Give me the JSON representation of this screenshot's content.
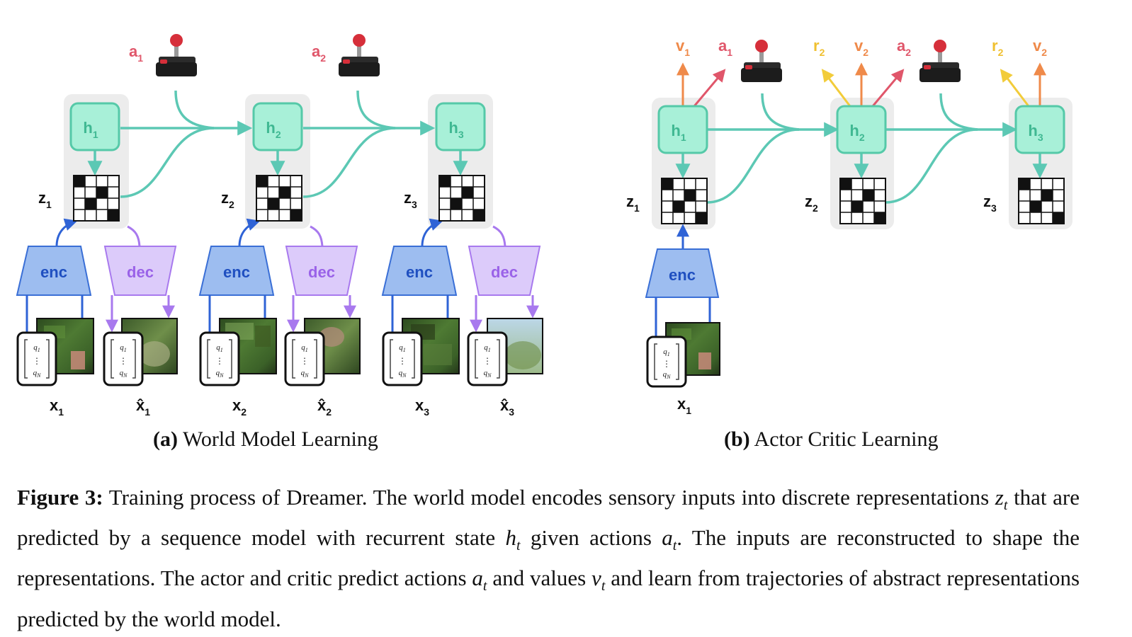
{
  "panel_a": {
    "caption_letter": "(a)",
    "caption_text": "World Model Learning",
    "steps": [
      {
        "h": "h",
        "h_sub": "1",
        "z": "z",
        "z_sub": "1",
        "x": "x",
        "x_sub": "1",
        "xhat": "x̂",
        "xhat_sub": "1",
        "a": "a",
        "a_sub": "1"
      },
      {
        "h": "h",
        "h_sub": "2",
        "z": "z",
        "z_sub": "2",
        "x": "x",
        "x_sub": "2",
        "xhat": "x̂",
        "xhat_sub": "2",
        "a": "a",
        "a_sub": "2"
      },
      {
        "h": "h",
        "h_sub": "3",
        "z": "z",
        "z_sub": "3",
        "x": "x",
        "x_sub": "3",
        "xhat": "x̂",
        "xhat_sub": "3"
      }
    ],
    "enc_label": "enc",
    "dec_label": "dec"
  },
  "panel_b": {
    "caption_letter": "(b)",
    "caption_text": "Actor Critic Learning",
    "steps": [
      {
        "h": "h",
        "h_sub": "1",
        "z": "z",
        "z_sub": "1",
        "v": "v",
        "v_sub": "1",
        "a": "a",
        "a_sub": "1"
      },
      {
        "h": "h",
        "h_sub": "2",
        "z": "z",
        "z_sub": "2",
        "r": "r",
        "r_sub": "2",
        "v": "v",
        "v_sub": "2",
        "a": "a",
        "a_sub": "2"
      },
      {
        "h": "h",
        "h_sub": "3",
        "z": "z",
        "z_sub": "3",
        "r": "r",
        "r_sub": "2",
        "v": "v",
        "v_sub": "2"
      }
    ],
    "enc_label": "enc",
    "x": "x",
    "x_sub": "1"
  },
  "vector": {
    "top": "q",
    "top_sub": "1",
    "dots": "⋮",
    "bottom": "q",
    "bottom_sub": "N"
  },
  "figure_caption": {
    "label": "Figure 3:",
    "text_1": "Training process of Dreamer. The world model encodes sensory inputs into discrete representations",
    "z_var": "z",
    "t_sub": "t",
    "text_2": "that are predicted by a sequence model with recurrent state",
    "h_var": "h",
    "text_3": "given actions",
    "a_var": "a",
    "text_4": ". The inputs are reconstructed to shape the representations. The actor and critic predict actions",
    "text_5": "and values",
    "v_var": "v",
    "text_6": "and learn from trajectories of abstract representations predicted by the world model."
  },
  "colors": {
    "h_fill": "#a8f0d8",
    "h_stroke": "#55c9a8",
    "h_text": "#3fb892",
    "recurrent_line": "#5cc8b4",
    "enc_fill": "#9dbdf0",
    "enc_stroke": "#3a6fd6",
    "enc_text": "#1f4fc0",
    "dec_fill": "#dccbfa",
    "dec_stroke": "#a879ee",
    "dec_text": "#9a62e8",
    "action": "#e0566a",
    "value_arrow": "#ef8a4a",
    "reward_arrow": "#f2cc3a",
    "reward_text": "#f0c030",
    "group_bg": "#ececec"
  }
}
